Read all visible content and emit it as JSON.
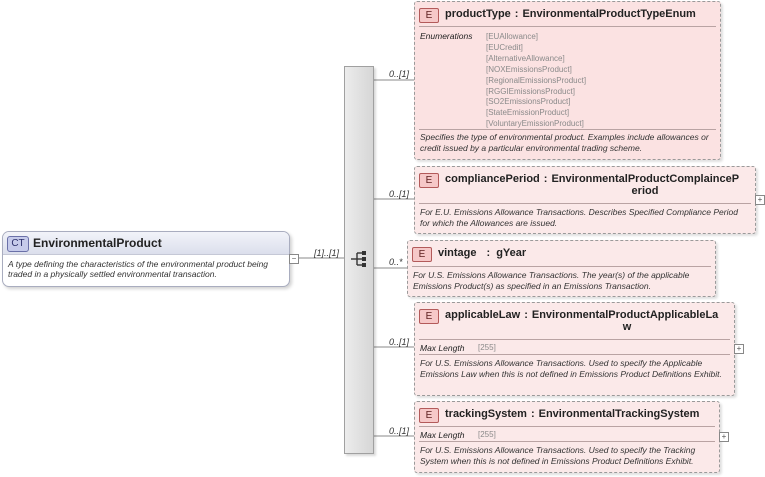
{
  "complex_type": {
    "badge": "CT",
    "name": "EnvironmentalProduct",
    "description": "A type defining the characteristics of the environmental product being traded in a physically settled environmental transaction.",
    "cardinality": "[1]..[1]"
  },
  "elements": [
    {
      "badge": "E",
      "name": "productType",
      "type": "EnvironmentalProductTypeEnum",
      "cardinality": "0..[1]",
      "facet_label": "Enumerations",
      "enumerations": [
        "[EUAllowance]",
        "[EUCredit]",
        "[AlternativeAllowance]",
        "[NOXEmissionsProduct]",
        "[RegionalEmissionsProduct]",
        "[RGGIEmissionsProduct]",
        "[SO2EmissionsProduct]",
        "[StateEmissionProduct]",
        "[VoluntaryEmissionProduct]"
      ],
      "description": "Specifies the type of environmental product. Examples include allowances or credit issued by a particular environmental trading scheme."
    },
    {
      "badge": "E",
      "name": "compliancePeriod",
      "type_line1": "EnvironmentalProductComplainceP",
      "type_line2": "eriod",
      "cardinality": "0..[1]",
      "expand": "+",
      "description": "For E.U. Emissions Allowance Transactions. Describes Specified Compliance Period for which the Allowances are issued."
    },
    {
      "badge": "E",
      "name": "vintage",
      "type": "gYear",
      "cardinality": "0..*",
      "description": "For U.S. Emissions Allowance Transactions. The year(s) of the applicable Emissions Product(s) as specified in an Emissions Transaction."
    },
    {
      "badge": "E",
      "name": "applicableLaw",
      "type_line1": "EnvironmentalProductApplicableLa",
      "type_line2": "w",
      "cardinality": "0..[1]",
      "expand": "+",
      "facet_label": "Max Length",
      "facet_value": "[255]",
      "description": "For U.S. Emissions Allowance Transactions. Used to specify the Applicable Emissions Law when this is not defined in Emissions Product Definitions Exhibit."
    },
    {
      "badge": "E",
      "name": "trackingSystem",
      "type": "EnvironmentalTrackingSystem",
      "cardinality": "0..[1]",
      "expand": "+",
      "facet_label": "Max Length",
      "facet_value": "[255]",
      "description": "For U.S. Emissions Allowance Transactions. Used to specify the Tracking System when this is not defined in Emissions Product Definitions Exhibit."
    }
  ],
  "collapse_symbol": "−",
  "type_separator": ":",
  "colors": {
    "element_fill": "#fbe4e4",
    "element_header": "#fde8e8",
    "complex_type_badge": "#c6cbeb",
    "sequence_bar": "#dcdcdc"
  },
  "icons": [
    "sequence-compositor-icon",
    "expand-plus-icon",
    "collapse-minus-icon"
  ]
}
